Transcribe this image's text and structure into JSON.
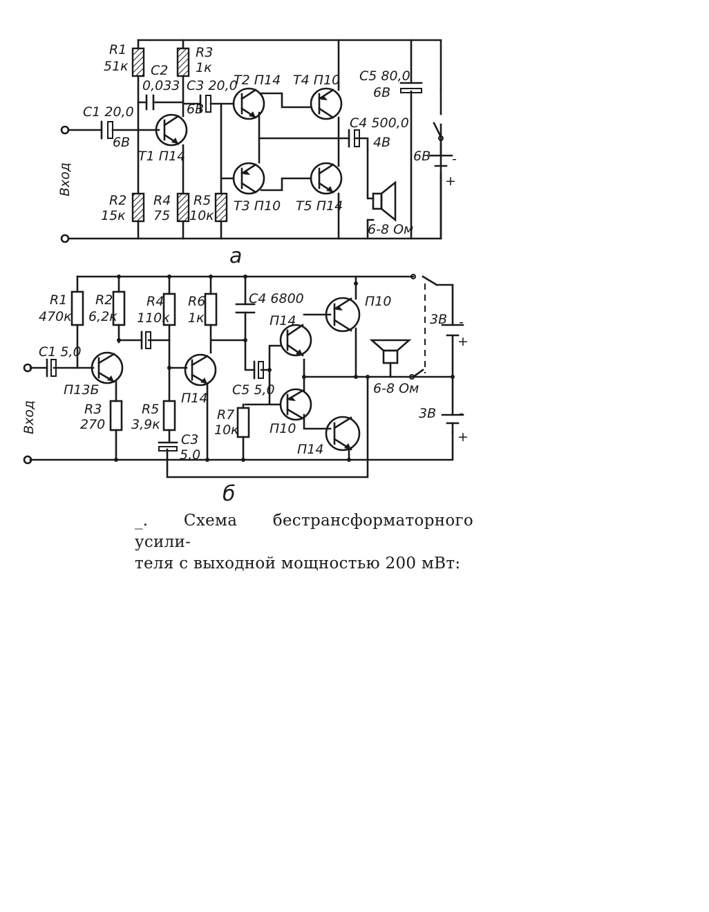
{
  "diagram_a": {
    "label": "a",
    "input_label": "Вход",
    "components": {
      "r1": [
        "R1",
        "51к"
      ],
      "r2": [
        "R2",
        "15к"
      ],
      "r3": [
        "R3",
        "1к"
      ],
      "r4": [
        "R4",
        "75"
      ],
      "r5": [
        "R5",
        "10к"
      ],
      "c1": [
        "C1 20,0",
        "6В"
      ],
      "c2": [
        "C2",
        "0,033"
      ],
      "c3": [
        "C3 20,0",
        "6В"
      ],
      "c4": [
        "C4 500,0",
        "4В"
      ],
      "c5": [
        "C5 80,0",
        "6В"
      ],
      "t1": "T1 П14",
      "t2": "T2 П14",
      "t3": "T3 П10",
      "t4": "T4 П10",
      "t5": "T5 П14",
      "speaker": "6-8 Ом",
      "battery": "6В",
      "minus": "-",
      "plus": "+"
    }
  },
  "diagram_b": {
    "label": "б",
    "input_label": "Вход",
    "components": {
      "r1": [
        "R1",
        "470к"
      ],
      "r2": [
        "R2",
        "6,2к"
      ],
      "r3": [
        "R3",
        "270"
      ],
      "r4": [
        "R4",
        "110к"
      ],
      "r5": [
        "R5",
        "3,9к"
      ],
      "r6": [
        "R6",
        "1к"
      ],
      "r7": [
        "R7",
        "10к"
      ],
      "c1": "C1 5,0",
      "c3": [
        "C3",
        "5,0"
      ],
      "c4": "C4 6800",
      "c5": "C5 5,0",
      "t1": "П13Б",
      "t2": "П14",
      "t3": "П14",
      "t4": "П10",
      "t5": "П10",
      "t6": "П14",
      "speaker": "6-8 Ом",
      "battery1": "3В",
      "battery2": "3В",
      "minus": "-",
      "plus": "+"
    }
  },
  "caption": {
    "line1": "_. Схема бестрансформаторного усили-",
    "line2": "теля с выходной мощностью 200 мВт:"
  }
}
